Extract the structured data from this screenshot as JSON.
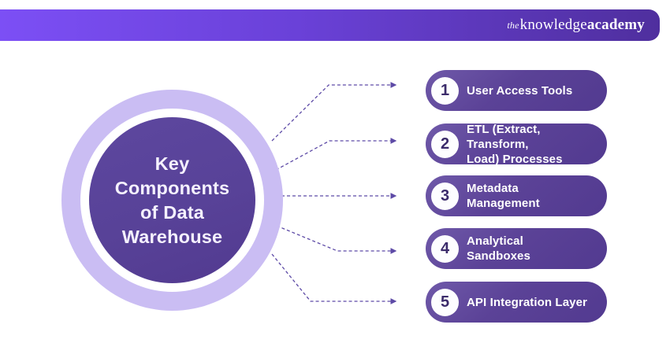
{
  "header": {
    "logo": {
      "the": "the",
      "knowledge": "knowledge",
      "academy": "academy"
    }
  },
  "center": {
    "title_lines": [
      "Key",
      "Components",
      "of Data",
      "Warehouse"
    ]
  },
  "items": [
    {
      "number": "1",
      "label": "User Access Tools"
    },
    {
      "number": "2",
      "label": "ETL (Extract, Transform,\nLoad) Processes"
    },
    {
      "number": "3",
      "label": "Metadata\nManagement"
    },
    {
      "number": "4",
      "label": "Analytical\nSandboxes"
    },
    {
      "number": "5",
      "label": "API Integration Layer"
    }
  ],
  "colors": {
    "header_gradient_start": "#7c4ff5",
    "header_gradient_end": "#4f2f9e",
    "pill_purple": "#5b4297",
    "ring_lavender": "#cabdf3",
    "inner_circle_purple": "#584298",
    "arrow_purple": "#5d4aa6",
    "number_text": "#3b2b6b",
    "label_text": "#ffffff"
  }
}
